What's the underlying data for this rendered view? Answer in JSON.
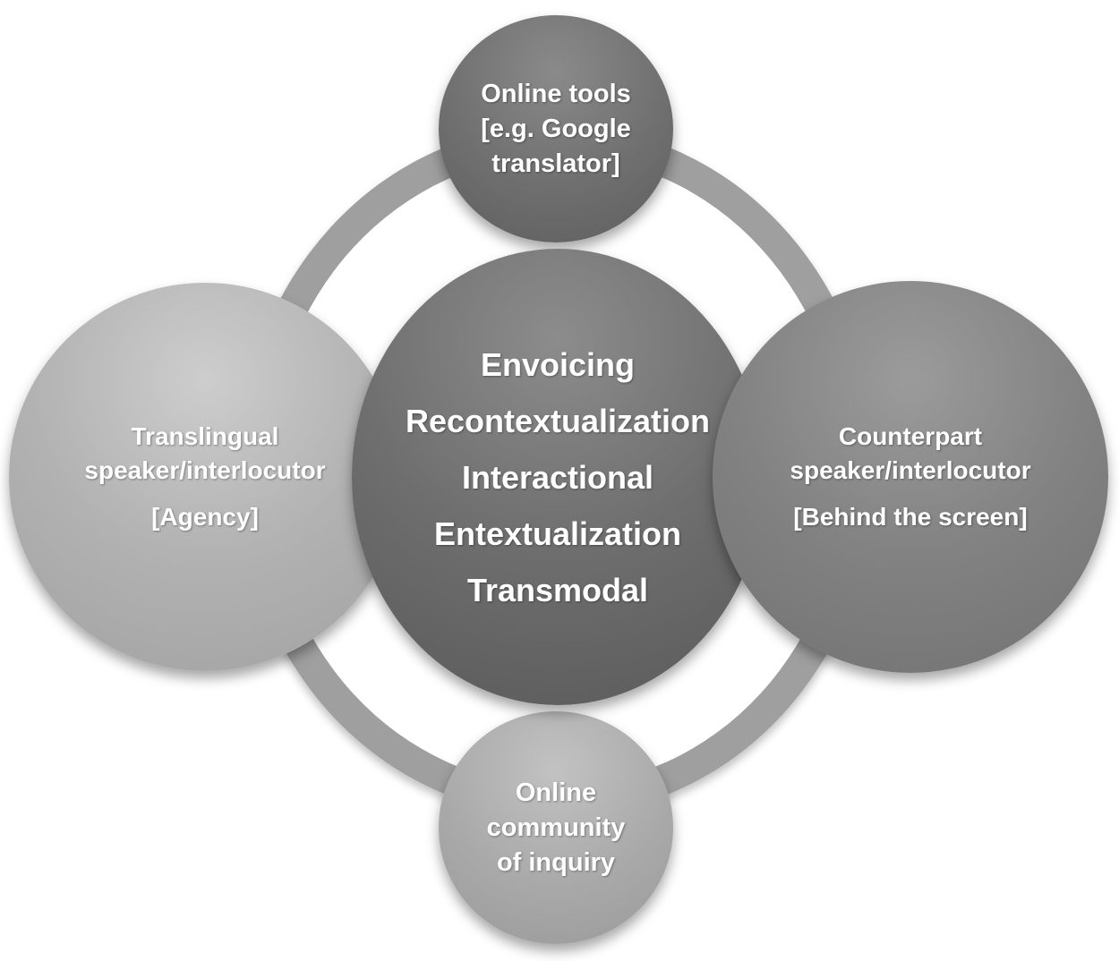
{
  "diagram": {
    "top_node": {
      "lines": [
        "Online tools",
        "[e.g. Google",
        "translator]"
      ]
    },
    "center_node": {
      "lines": [
        "Envoicing",
        "Recontextualization",
        "Interactional",
        "Entextualization",
        "Transmodal"
      ]
    },
    "left_node": {
      "lines": [
        "Translingual",
        "speaker/interlocutor"
      ],
      "note": "[Agency]"
    },
    "right_node": {
      "lines": [
        "Counterpart",
        "speaker/interlocutor"
      ],
      "note": "[Behind the screen]"
    },
    "bottom_node": {
      "lines": [
        "Online",
        "community",
        "of inquiry"
      ]
    }
  }
}
